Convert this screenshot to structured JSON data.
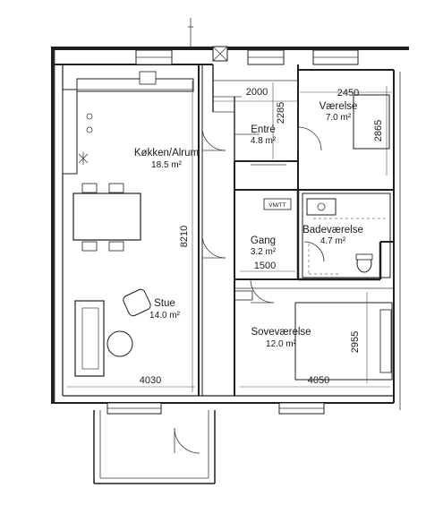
{
  "rooms": [
    {
      "name": "Køkken/Alrum",
      "area": "18.5 m²"
    },
    {
      "name": "Entré",
      "area": "4.8 m²"
    },
    {
      "name": "Værelse",
      "area": "7.0 m²"
    },
    {
      "name": "Gang",
      "area": "3.2 m²"
    },
    {
      "name": "Badeværelse",
      "area": "4.7 m²"
    },
    {
      "name": "Stue",
      "area": "14.0 m²"
    },
    {
      "name": "Soveværelse",
      "area": "12.0 m²"
    }
  ],
  "dimensions": {
    "entre_width": "2000",
    "entre_height": "2285",
    "vaerelse_width": "2450",
    "vaerelse_height": "2865",
    "living_height": "8210",
    "gang_width": "1500",
    "stue_width": "4030",
    "sovevaerelse_width": "4050",
    "sovevaerelse_height": "2955"
  },
  "labels": {
    "washer": "VM/TT"
  },
  "colors": {
    "line": "#1f1f1f",
    "paper": "#ffffff",
    "shade": "#d9d9d9"
  }
}
